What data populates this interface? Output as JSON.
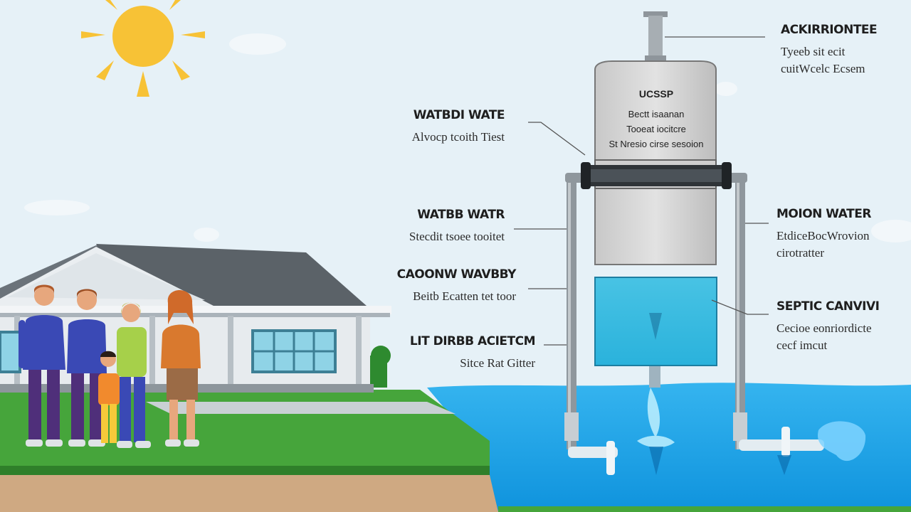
{
  "labels": {
    "top_right": {
      "title": "ACKIRRIONTEE",
      "lines": [
        "Tyeeb sit ecit",
        "cuitWcelc Ecsem"
      ]
    },
    "left_upper": {
      "title": "WATBDI WATE",
      "lines": [
        "Alvocp tcoith Tiest"
      ]
    },
    "left_middle": {
      "title": "WATBB WATR",
      "lines": [
        "Stecdit tsoee tooitet"
      ]
    },
    "left_lower": {
      "title": "CAOONW WAVBBY",
      "lines": [
        "Beitb Ecatten tet toor"
      ]
    },
    "left_bottom": {
      "title": "LIT DIRBB ACIETCM",
      "lines": [
        "Sitce Rat Gitter"
      ]
    },
    "right_middle": {
      "title": "MOION WATER",
      "lines": [
        "EtdiceBocWrovion",
        "cirotratter"
      ]
    },
    "right_lower": {
      "title": "SEPTIC CANVIVI",
      "lines": [
        "Cecioe eonriordicte",
        "cecf imcut"
      ]
    }
  },
  "tank": {
    "title": "UCSSP",
    "lines": [
      "Bectt isaanan",
      "Tooeat iocitcre",
      "St Nresio cirse sesoion"
    ]
  },
  "colors": {
    "sky": "#e6f1f7",
    "sun": "#f7c236",
    "grass": "#46a53b",
    "water": "#1fa6ea",
    "tank": "#d9d9d9",
    "pipe": "#8f979d",
    "house_roof": "#5b6268"
  }
}
